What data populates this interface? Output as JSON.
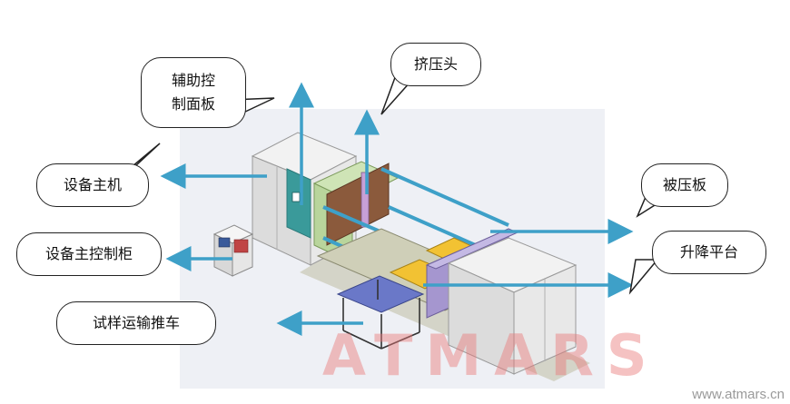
{
  "labels": {
    "aux_panel": [
      "辅助控",
      "制面板"
    ],
    "extrusion_head": "挤压头",
    "main_unit": "设备主机",
    "pressed_plate": "被压板",
    "main_cabinet": "设备主控制柜",
    "lift_platform": "升降平台",
    "sample_cart": "试样运输推车"
  },
  "watermark": {
    "brand": "ATMARS",
    "site": "www.atmars.cn"
  },
  "colors": {
    "arrow": "#3ea0c8",
    "machine_gray": "#e6e6e6",
    "frame_green": "#b9d59c",
    "teal_panel": "#3a9a9a",
    "brown_plate": "#8b5a3c",
    "yellow_plate": "#f2c233",
    "purple": "#9b8ec4",
    "cart_blue": "#6a78c8"
  }
}
